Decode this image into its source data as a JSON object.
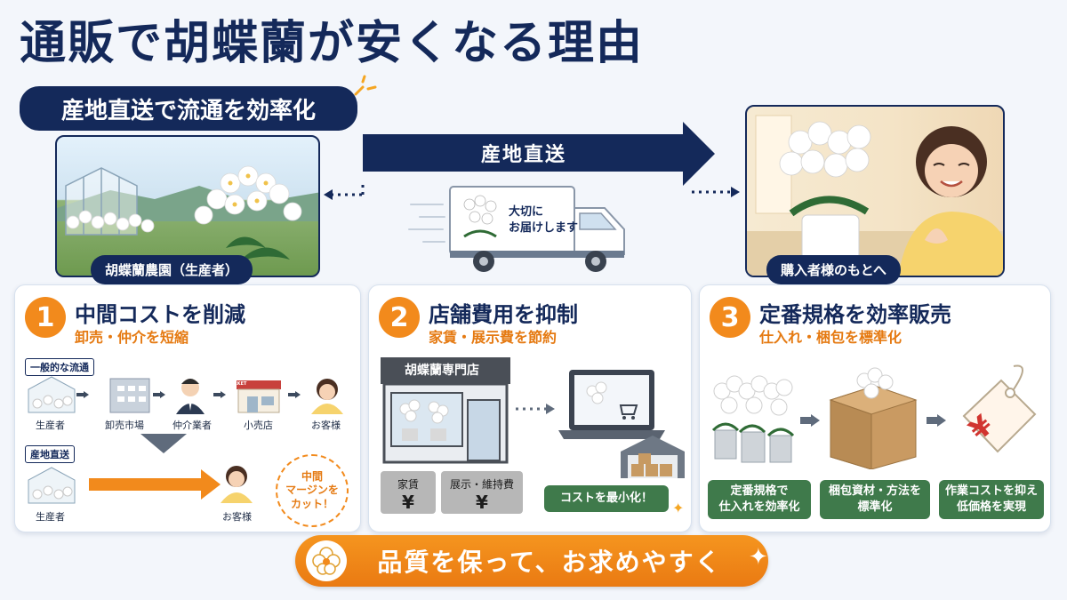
{
  "title": "通販で胡蝶蘭が安くなる理由",
  "subtitle": "産地直送で流通を効率化",
  "top": {
    "arrow_label": "産地直送",
    "farm_label": "胡蝶蘭農園（生産者）",
    "buyer_label": "購入者様のもとへ",
    "truck_text_line1": "大切に",
    "truck_text_line2": "お届けします"
  },
  "cards": [
    {
      "number": "1",
      "heading": "中間コストを削減",
      "subheading": "卸売・仲介を短縮",
      "general_tag": "一般的な流通",
      "flow": [
        "生産者",
        "卸売市場",
        "仲介業者",
        "小売店",
        "お客様"
      ],
      "direct_tag": "産地直送",
      "direct_from": "生産者",
      "direct_to": "お客様",
      "stamp_line1": "中間",
      "stamp_line2": "マージンを",
      "stamp_line3": "カット！",
      "shop_sign": "MARKET"
    },
    {
      "number": "2",
      "heading": "店舗費用を抑制",
      "subheading": "家賃・展示費を節約",
      "shop_name": "胡蝶蘭専門店",
      "cost1_label": "家賃",
      "cost1_symbol": "¥",
      "cost2_label": "展示・維持費",
      "cost2_symbol": "¥",
      "result": "コストを最小化！"
    },
    {
      "number": "3",
      "heading": "定番規格を効率販売",
      "subheading": "仕入れ・梱包を標準化",
      "tag_symbol": "¥",
      "box1_line1": "定番規格で",
      "box1_line2": "仕入れを効率化",
      "box2_line1": "梱包資材・方法を",
      "box2_line2": "標準化",
      "box3_line1": "作業コストを抑え",
      "box3_line2": "低価格を実現"
    }
  ],
  "bottom_banner": "品質を保って、お求めやすく",
  "colors": {
    "navy": "#14295a",
    "orange": "#f28a1c",
    "green": "#3f7a4b"
  }
}
